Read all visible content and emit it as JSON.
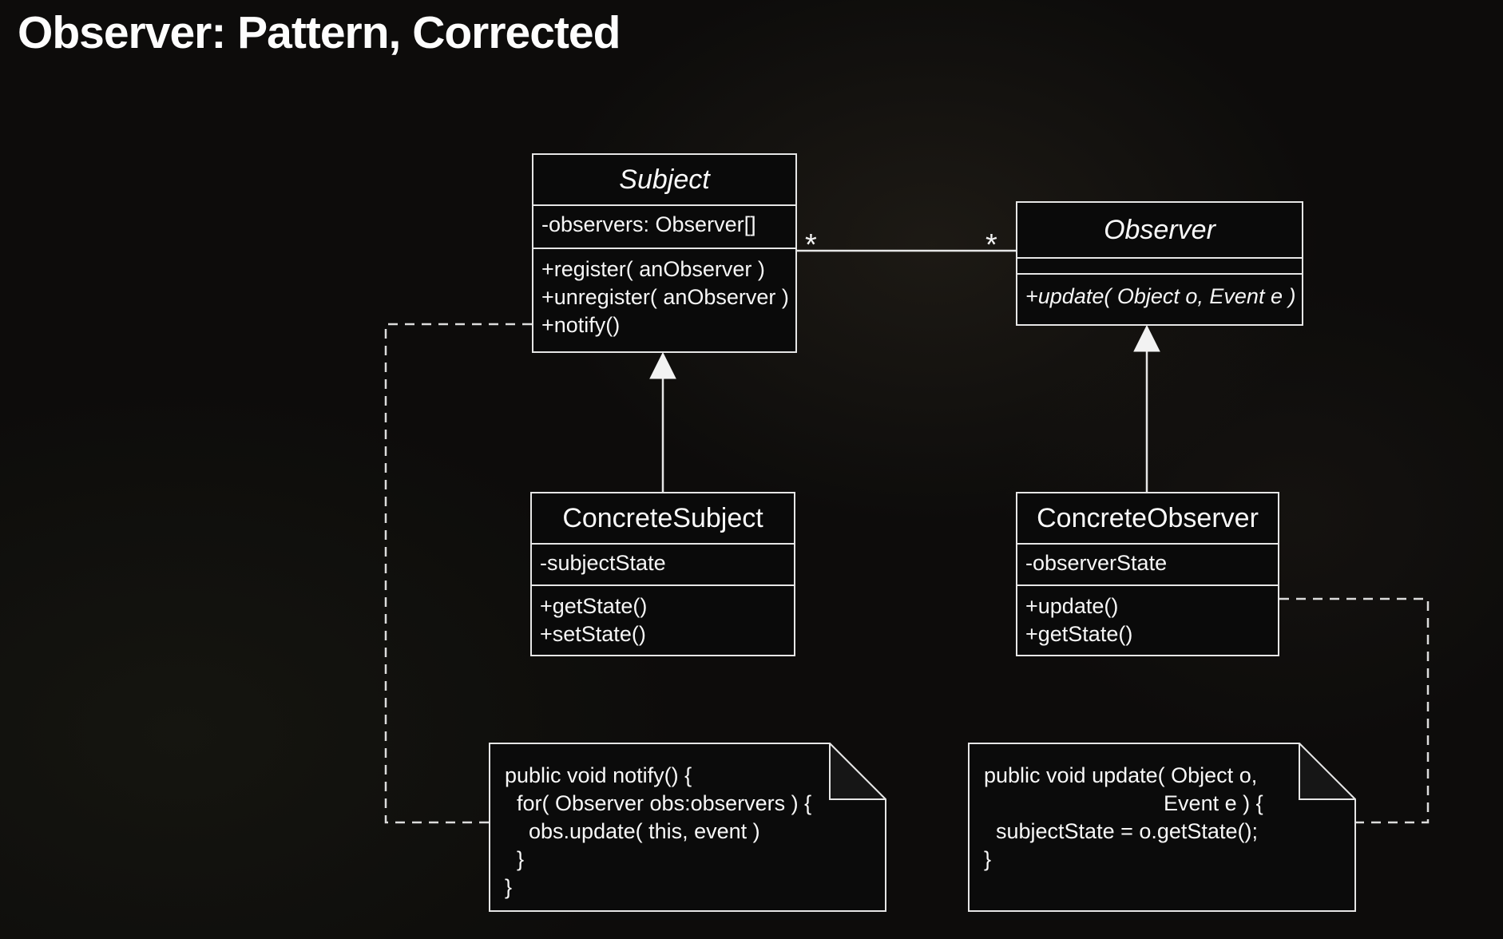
{
  "slide": {
    "title": "Observer: Pattern, Corrected"
  },
  "diagram": {
    "classes": {
      "subject": {
        "name": "Subject",
        "attributes": [
          "-observers: Observer[]"
        ],
        "methods": [
          "+register( anObserver )",
          "+unregister( anObserver )",
          "+notify()"
        ]
      },
      "observer": {
        "name": "Observer",
        "attributes": [],
        "methods": [
          "+update( Object o, Event e )"
        ]
      },
      "concrete_subject": {
        "name": "ConcreteSubject",
        "attributes": [
          "-subjectState"
        ],
        "methods": [
          "+getState()",
          "+setState()"
        ]
      },
      "concrete_observer": {
        "name": "ConcreteObserver",
        "attributes": [
          "-observerState"
        ],
        "methods": [
          "+update()",
          "+getState()"
        ]
      }
    },
    "association": {
      "subject_end_multiplicity": "*",
      "observer_end_multiplicity": "*"
    },
    "notes": {
      "notify": {
        "lines": [
          "public void notify() {",
          "  for( Observer obs:observers ) {",
          "    obs.update( this, event )",
          "  }",
          "}"
        ]
      },
      "update": {
        "lines": [
          "public void update( Object o,",
          "                              Event e ) {",
          "  subjectState = o.getState();",
          "}"
        ]
      }
    }
  },
  "colors": {
    "background": "#0d0c0b",
    "box_fill": "#0a0a0a",
    "box_border": "#e6e6e6",
    "text": "#ffffff"
  }
}
